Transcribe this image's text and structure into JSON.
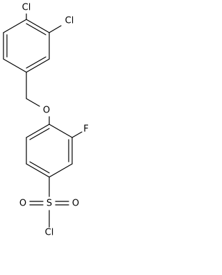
{
  "molecule": {
    "atoms": {
      "cl_top": "Cl",
      "cl_right": "Cl",
      "oxygen": "O",
      "fluorine": "F",
      "sulfur": "S",
      "oxygen_left": "O",
      "oxygen_right": "O",
      "cl_bottom": "Cl"
    }
  }
}
